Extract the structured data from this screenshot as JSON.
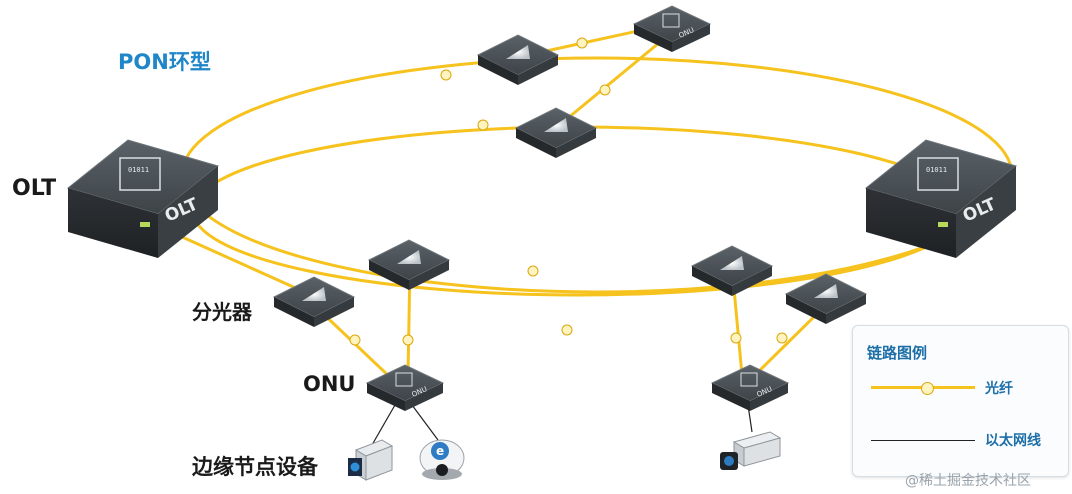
{
  "title": "PON环型",
  "labels": {
    "olt": "OLT",
    "splitter": "分光器",
    "onu": "ONU",
    "edge": "边缘节点设备"
  },
  "device_text": {
    "olt": "OLT",
    "olt_chip": "01011",
    "onu": "ONU"
  },
  "legend": {
    "title": "链路图例",
    "fiber": "光纤",
    "ethernet": "以太网线"
  },
  "colors": {
    "fiber": "#f6c21e",
    "ethernet": "#222222",
    "title": "#1f86c8",
    "legend_text": "#1d6fa8",
    "device_top": "#4a5055",
    "device_side": "#2b2f33"
  },
  "icons": [
    "splitter-icon",
    "olt-icon",
    "onu-icon",
    "box-camera-icon",
    "dome-camera-icon",
    "bullet-camera-icon",
    "fiber-joint-icon"
  ],
  "watermark": "@稀土掘金技术社区"
}
